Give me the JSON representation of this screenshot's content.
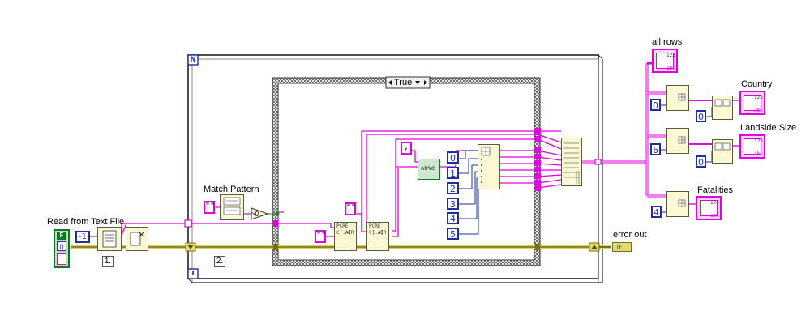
{
  "labels": {
    "read_from_text_file": "Read from Text File",
    "match_pattern": "Match Pattern",
    "error_out": "error out",
    "all_rows": "all rows",
    "country": "Country",
    "landside_size": "Landside Size",
    "fatalities": "Fatalities"
  },
  "loop": {
    "count_terminal": "N",
    "iteration_terminal": "i"
  },
  "case_structure": {
    "selector_value": "True"
  },
  "sequence": {
    "frame_1": "1.",
    "frame_2": "2."
  },
  "error_cluster": {
    "status": "F",
    "code": "0"
  },
  "constants": {
    "minus_one": "-1",
    "empty_string": "\"\"",
    "search_string": "\"\"",
    "pattern_string": "\"\"",
    "delimiter": ",",
    "zero": "0",
    "index_constants": [
      "0",
      "1",
      "2",
      "3",
      "4",
      "5"
    ],
    "row_index_country": "0",
    "col_index_country": "0",
    "row_index_landside": "6",
    "col_index_landside": "0",
    "row_index_fatalities": "4"
  },
  "function_icons": {
    "gt_zero": ">0",
    "pcre_a": "PCRE",
    "pcre_b": "PCRE",
    "indicator_123": "123",
    "indicator_abc": "abc",
    "error_out_icon": "TF"
  },
  "colors": {
    "string_wire": "#e000e0",
    "error_wire": "#7a7200",
    "numeric_wire": "#1f2fa0",
    "boolean_wire": "#0a8a0a",
    "function_fill": "#fbf8d4",
    "loop_border": "#333333"
  }
}
